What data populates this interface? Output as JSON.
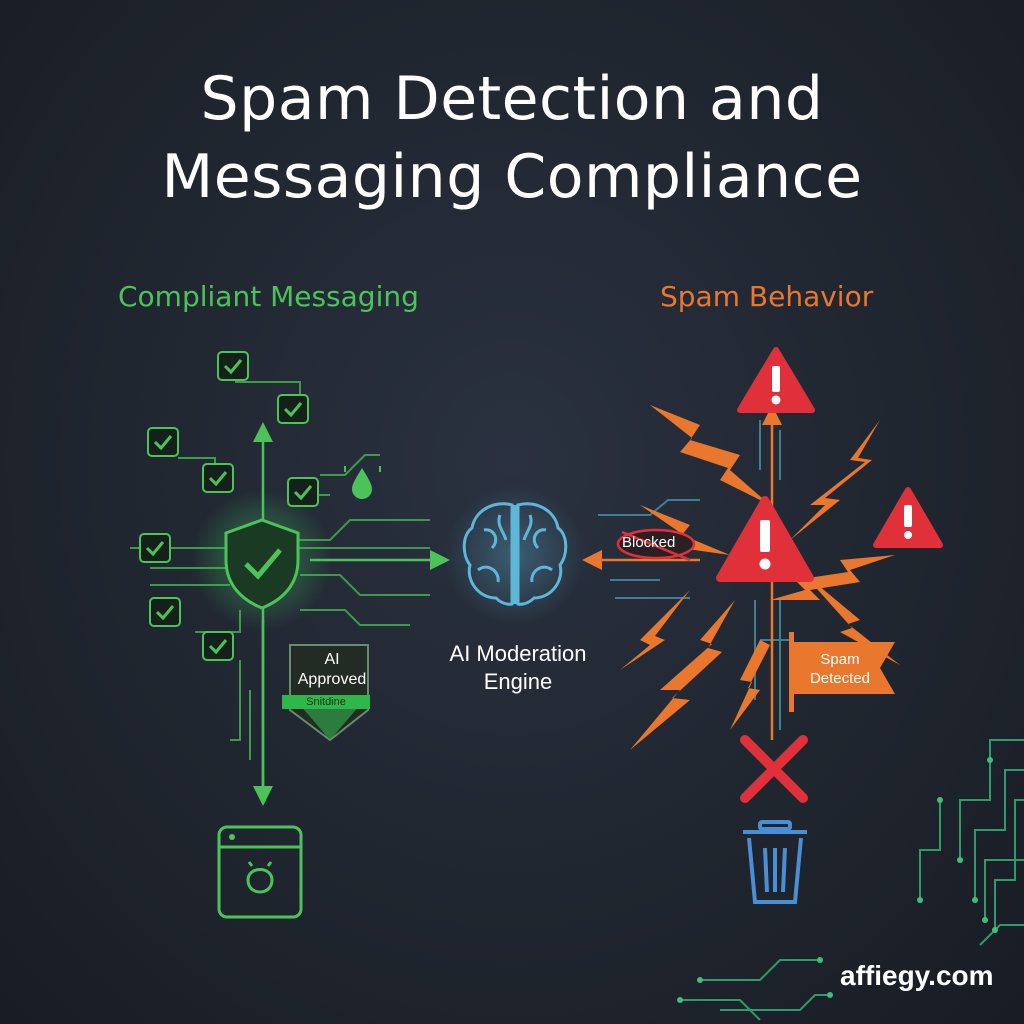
{
  "title": {
    "line1": "Spam Detection and",
    "line2": "Messaging Compliance"
  },
  "left": {
    "heading": "Compliant Messaging",
    "badge_line1": "AI",
    "badge_line2": "Approved",
    "badge_strip": "Snitdine"
  },
  "center": {
    "line1": "AI Moderation",
    "line2": "Engine"
  },
  "right": {
    "heading": "Spam Behavior",
    "blocked": "Blocked",
    "flag_line1": "Spam",
    "flag_line2": "Detected"
  },
  "brand": "affiegy.com",
  "colors": {
    "background": "#20262f",
    "green": "#4cc35a",
    "orange": "#e9772e",
    "red": "#e0313b",
    "blue": "#5fb6d6"
  }
}
